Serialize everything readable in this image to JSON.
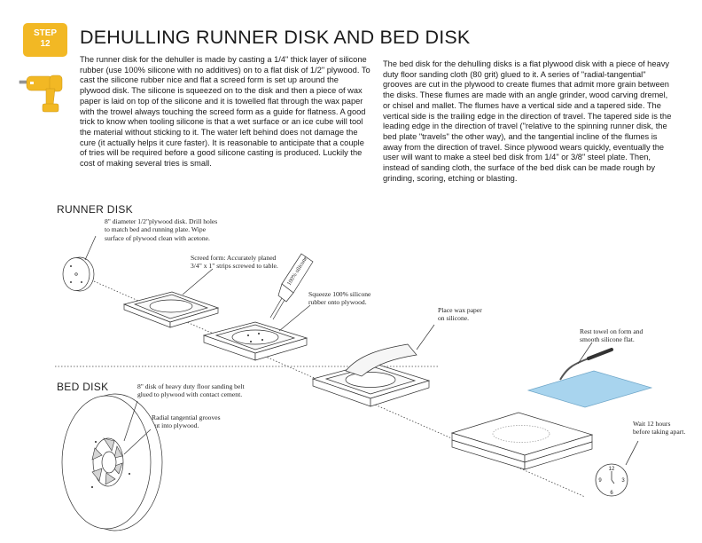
{
  "step": {
    "label": "STEP",
    "number": "12"
  },
  "title": "DEHULLING RUNNER DISK AND BED DISK",
  "paragraphs": [
    "The runner disk for the dehuller is made by casting a 1/4\" thick layer of silicone rubber (use 100% silicone with no additives) on to a flat disk of 1/2\" plywood.  To cast the silicone rubber nice and flat a screed form is set up around the plywood disk.  The silicone is squeezed on to the disk and then a piece of wax paper is laid on top of the silicone and it is towelled flat through the wax paper with the trowel always touching the screed form as a guide for flatness. A good trick to know when tooling silicone is that a wet surface or an ice cube will tool the material without sticking to it.  The water left behind does not damage the cure (it actually helps it cure faster). It is reasonable to anticipate that a couple of tries will be required before a good silicone casting is produced. Luckily the cost of making several tries is small.",
    "The bed disk for the dehulling disks is a flat plywood disk with a piece of heavy duty floor sanding cloth (80 grit) glued to it. A series of \"radial-tangential\" grooves are cut in the plywood to create flumes that admit more grain between the disks. These flumes are made with an angle grinder, wood carving dremel, or chisel and mallet.  The flumes have a vertical side and a tapered side.  The vertical side is the trailing edge in the direction of travel.  The tapered side is the leading edge in the direction of travel (\"relative to the spinning runner disk, the bed plate \"travels\" the other way), and the tangential incline of the flumes is away from the direction of travel. Since plywood wears quickly, eventually the user will want to make a steel bed disk from 1/4\" or 3/8\" steel plate. Then, instead of sanding cloth, the surface of the bed disk can be made rough by grinding, scoring, etching or blasting."
  ],
  "sections": {
    "runner": "RUNNER DISK",
    "bed": "BED DISK"
  },
  "notes": {
    "plywood_disk": [
      "8\" diameter 1/2\"plywood disk. Drill holes",
      "to match bed and running plate. Wipe",
      "surface of plywood clean with acetone."
    ],
    "screed_form": [
      "Screed form: Accurately planed",
      "3/4\" x 1\" strips screwed to table."
    ],
    "squeeze": [
      "Squeeze  100% silicone",
      "rubber onto plywood."
    ],
    "wax_paper": [
      "Place wax paper",
      "on silicone."
    ],
    "towel": [
      "Rest towel on form and",
      "smooth silicone flat."
    ],
    "wait": [
      "Wait 12 hours",
      "before taking apart."
    ],
    "bed_disk": [
      "8\" disk of heavy duty floor sanding belt",
      "glued to plywood with contact cement."
    ],
    "grooves": [
      "Radial tangential grooves",
      "cut into plywood."
    ]
  },
  "tube_label": "100% silicone",
  "clock": {
    "n12": "12",
    "n3": "3",
    "n6": "6",
    "n9": "9"
  },
  "colors": {
    "accent": "#f2b824",
    "trowel_blade": "#a8d4ee"
  },
  "icons": {
    "drill": "drill-icon"
  }
}
